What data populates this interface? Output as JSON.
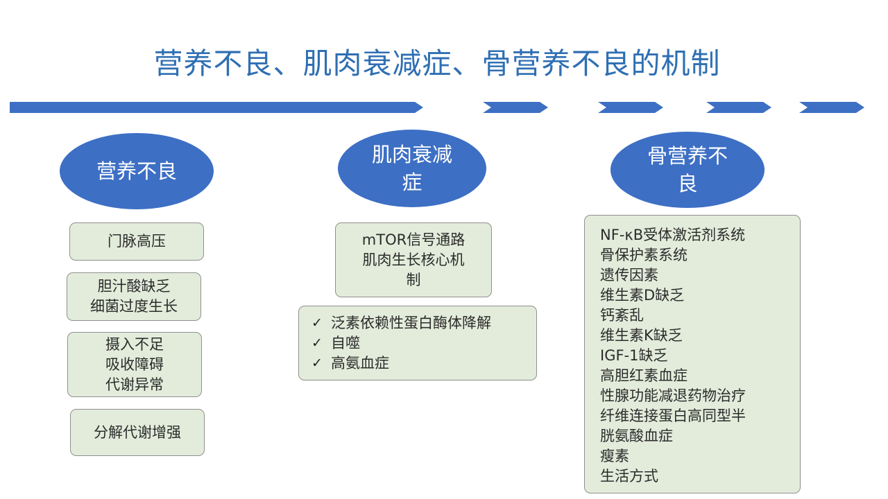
{
  "title": "营养不良、肌肉衰减症、骨营养不良的机制",
  "colors": {
    "title": "#2f6fb3",
    "arrow": "#3d6fc4",
    "ellipse": "#3d6fc4",
    "box_fill": "#e3ecdb",
    "box_border": "#8f8f8f"
  },
  "columns": [
    {
      "heading": "营养不良",
      "boxes": [
        {
          "lines": [
            "门脉高压"
          ]
        },
        {
          "lines": [
            "胆汁酸缺乏",
            "细菌过度生长"
          ]
        },
        {
          "lines": [
            "摄入不足",
            "吸收障碍",
            "代谢异常"
          ]
        },
        {
          "lines": [
            "分解代谢增强"
          ]
        }
      ]
    },
    {
      "heading_lines": [
        "肌肉衰减",
        "症"
      ],
      "boxes": [
        {
          "lines": [
            "mTOR信号通路",
            "肌肉生长核心机",
            "制"
          ]
        },
        {
          "checklist": [
            "泛素依赖性蛋白酶体降解",
            "自噬",
            "高氨血症"
          ]
        }
      ]
    },
    {
      "heading_lines": [
        "骨营养不",
        "良"
      ],
      "factors": [
        "NF-κB受体激活剂系统",
        "骨保护素系统",
        "遗传因素",
        "维生素D缺乏",
        "钙紊乱",
        "维生素K缺乏",
        "IGF-1缺乏",
        "高胆红素血症",
        "性腺功能减退药物治疗",
        "纤维连接蛋白高同型半",
        "胱氨酸血症",
        "瘦素",
        "生活方式"
      ]
    }
  ]
}
